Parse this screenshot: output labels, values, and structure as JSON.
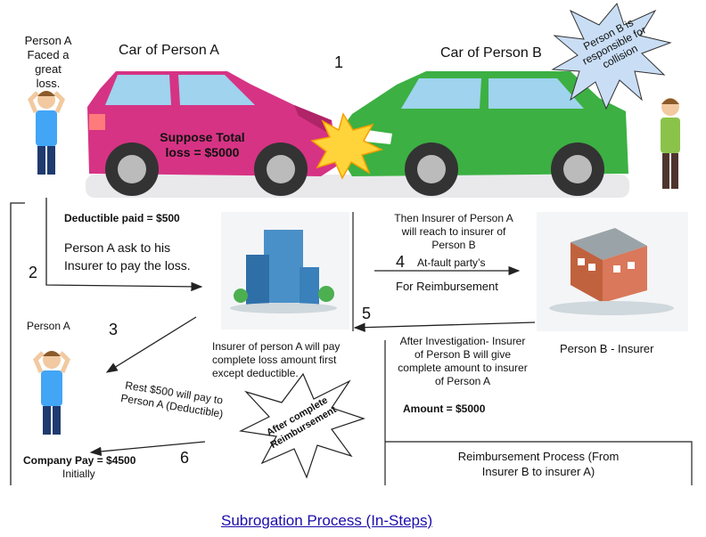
{
  "labels": {
    "person_a_top": "Person A",
    "person_a_top_sub1": "Faced a great",
    "person_a_top_sub2": "loss.",
    "car_a": "Car of Person A",
    "car_b": "Car of Person B",
    "total_loss_1": "Suppose Total",
    "total_loss_2": "loss = $5000",
    "burst_b_1": "Person B is",
    "burst_b_2": "responsible for",
    "burst_b_3": "collision",
    "deductible": "Deductible paid = $500",
    "ask_insurer_1": "Person A ask to his",
    "ask_insurer_2": "Insurer to pay the loss.",
    "then_insurer_1": "Then Insurer of Person A",
    "then_insurer_2": "will reach to insurer of",
    "then_insurer_3": "Person B",
    "at_fault": "At-fault party’s",
    "for_reimb": "For Reimbursement",
    "insurer_a_pays_1": "Insurer of person A will pay",
    "insurer_a_pays_2": "complete loss amount first",
    "insurer_a_pays_3": "except deductible.",
    "after_invest_1": "After Investigation- Insurer",
    "after_invest_2": "of Person B will give",
    "after_invest_3": "complete amount to insurer",
    "after_invest_4": "of Person A",
    "amount": "Amount = $5000",
    "person_b_insurer": "Person B - Insurer",
    "person_a_mid": "Person A",
    "rest_1": "Rest $500 will pay to",
    "rest_2": "Person A (Deductible)",
    "burst_after_1": "After complete",
    "burst_after_2": "Reimbursement",
    "company_pay": "Company Pay = $4500",
    "initially": "Initially",
    "reimb_process_1": "Reimbursement Process (From",
    "reimb_process_2": "Insurer B to insurer A)",
    "caption": "Subrogation Process (In-Steps)"
  },
  "steps": {
    "s1": "1",
    "s2": "2",
    "s3": "3",
    "s4": "4",
    "s5": "5",
    "s6": "6"
  },
  "colors": {
    "car_a": "#d63384",
    "car_b": "#3cb043",
    "burst_blue": "#c9def5",
    "burst_yellow": "#ffd43b",
    "building_blue": "#4a90c8",
    "building_brick": "#c0623e",
    "link": "#1a0dab"
  },
  "icons": {
    "person_a_stressed": "person-stressed-icon",
    "person_b": "person-standing-icon",
    "insurer_a_building": "office-building-icon",
    "insurer_b_building": "brick-building-icon",
    "collision": "collision-burst-icon"
  }
}
